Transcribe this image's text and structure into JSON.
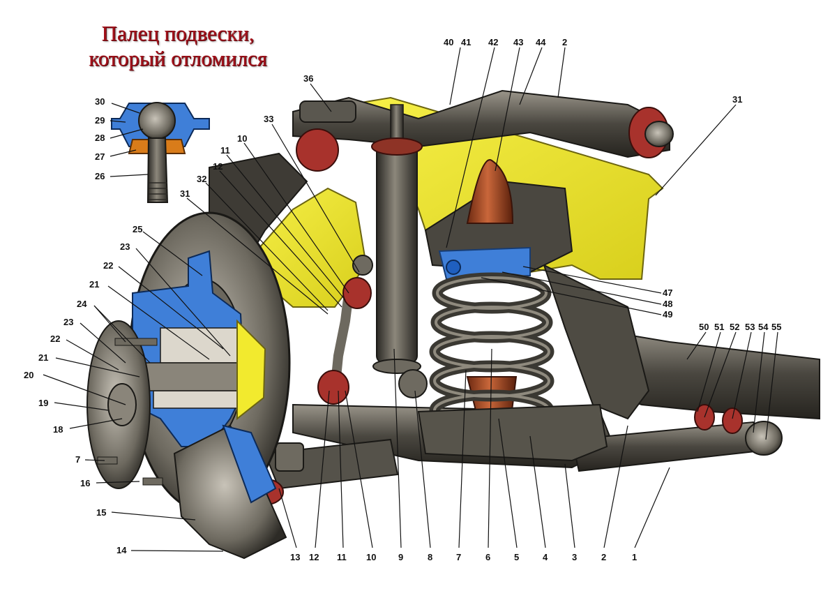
{
  "caption": {
    "line1": "Палец подвески,",
    "line2": "который отломился"
  },
  "colors": {
    "frame_yellow": "#f2ea2e",
    "section_blue": "#3f7fd8",
    "metal_dark": "#3c3a35",
    "rubber_red": "#a8322c",
    "buffer_orange": "#b8562b",
    "caption_red": "#a3121b"
  },
  "callouts": [
    {
      "id": "c40",
      "text": "40"
    },
    {
      "id": "c41",
      "text": "41"
    },
    {
      "id": "c42",
      "text": "42"
    },
    {
      "id": "c43",
      "text": "43"
    },
    {
      "id": "c44",
      "text": "44"
    },
    {
      "id": "c2top",
      "text": "2"
    },
    {
      "id": "c36",
      "text": "36"
    },
    {
      "id": "c31top",
      "text": "31"
    },
    {
      "id": "c33",
      "text": "33"
    },
    {
      "id": "c10top",
      "text": "10"
    },
    {
      "id": "c11top",
      "text": "11"
    },
    {
      "id": "c12top",
      "text": "12"
    },
    {
      "id": "c32",
      "text": "32"
    },
    {
      "id": "c31left",
      "text": "31"
    },
    {
      "id": "c30",
      "text": "30"
    },
    {
      "id": "c29",
      "text": "29"
    },
    {
      "id": "c28",
      "text": "28"
    },
    {
      "id": "c27",
      "text": "27"
    },
    {
      "id": "c26",
      "text": "26"
    },
    {
      "id": "c25",
      "text": "25"
    },
    {
      "id": "c23a",
      "text": "23"
    },
    {
      "id": "c22a",
      "text": "22"
    },
    {
      "id": "c21a",
      "text": "21"
    },
    {
      "id": "c24",
      "text": "24"
    },
    {
      "id": "c23b",
      "text": "23"
    },
    {
      "id": "c22b",
      "text": "22"
    },
    {
      "id": "c21b",
      "text": "21"
    },
    {
      "id": "c20",
      "text": "20"
    },
    {
      "id": "c19",
      "text": "19"
    },
    {
      "id": "c18",
      "text": "18"
    },
    {
      "id": "c7left",
      "text": "7"
    },
    {
      "id": "c16",
      "text": "16"
    },
    {
      "id": "c15",
      "text": "15"
    },
    {
      "id": "c14",
      "text": "14"
    },
    {
      "id": "c47",
      "text": "47"
    },
    {
      "id": "c48",
      "text": "48"
    },
    {
      "id": "c49",
      "text": "49"
    },
    {
      "id": "c50",
      "text": "50"
    },
    {
      "id": "c51",
      "text": "51"
    },
    {
      "id": "c52",
      "text": "52"
    },
    {
      "id": "c53",
      "text": "53"
    },
    {
      "id": "c54",
      "text": "54"
    },
    {
      "id": "c55",
      "text": "55"
    },
    {
      "id": "b13",
      "text": "13"
    },
    {
      "id": "b12",
      "text": "12"
    },
    {
      "id": "b11",
      "text": "11"
    },
    {
      "id": "b10",
      "text": "10"
    },
    {
      "id": "b9",
      "text": "9"
    },
    {
      "id": "b8",
      "text": "8"
    },
    {
      "id": "b7",
      "text": "7"
    },
    {
      "id": "b6",
      "text": "6"
    },
    {
      "id": "b5",
      "text": "5"
    },
    {
      "id": "b4",
      "text": "4"
    },
    {
      "id": "b3",
      "text": "3"
    },
    {
      "id": "b2",
      "text": "2"
    },
    {
      "id": "b1",
      "text": "1"
    }
  ]
}
